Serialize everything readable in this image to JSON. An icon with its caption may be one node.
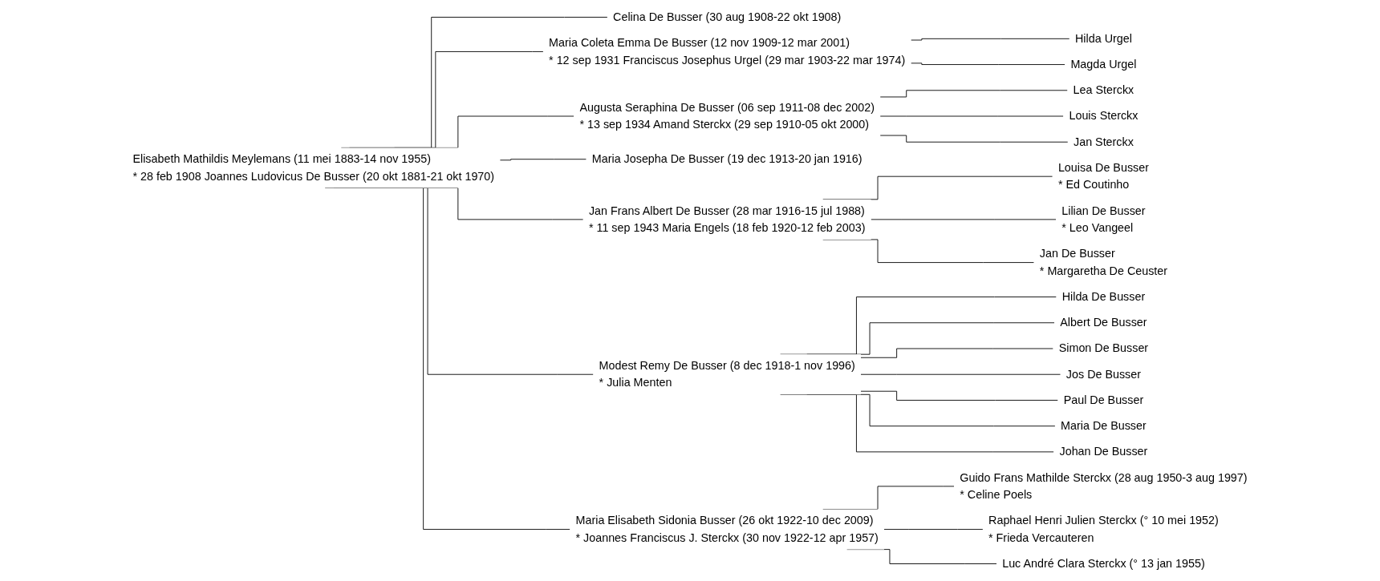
{
  "diagram": {
    "nodes": [
      {
        "text": [
          "Elisabeth Mathildis Meylemans (11 mei 1883-14 nov 1955)",
          "* 28 feb 1908 Joannes Ludovicus De Busser (20 okt 1881-21 okt 1970)"
        ]
      },
      {
        "text": [
          "Celina De Busser (30 aug 1908-22 okt 1908)"
        ]
      },
      {
        "text": [
          "Maria Coleta Emma De Busser (12 nov 1909-12 mar 2001)",
          "* 12 sep 1931 Franciscus Josephus Urgel (29 mar 1903-22 mar 1974)"
        ]
      },
      {
        "text": [
          "Hilda Urgel"
        ]
      },
      {
        "text": [
          "Magda Urgel"
        ]
      },
      {
        "text": [
          "Augusta Seraphina De Busser (06 sep 1911-08 dec 2002)",
          "* 13 sep 1934 Amand Sterckx (29 sep 1910-05 okt 2000)"
        ]
      },
      {
        "text": [
          "Lea Sterckx"
        ]
      },
      {
        "text": [
          "Louis Sterckx"
        ]
      },
      {
        "text": [
          "Jan Sterckx"
        ]
      },
      {
        "text": [
          "Maria Josepha De Busser (19 dec 1913-20 jan 1916)"
        ]
      },
      {
        "text": [
          "Jan Frans Albert De Busser (28 mar 1916-15 jul 1988)",
          "* 11 sep 1943 Maria Engels (18 feb 1920-12 feb 2003)"
        ]
      },
      {
        "text": [
          "Louisa De Busser",
          "* Ed Coutinho"
        ]
      },
      {
        "text": [
          "Lilian De Busser",
          "* Leo Vangeel"
        ]
      },
      {
        "text": [
          "Jan De Busser",
          "* Margaretha De Ceuster"
        ]
      },
      {
        "text": [
          "Modest Remy De Busser (8 dec 1918-1 nov 1996)",
          "* Julia Menten"
        ]
      },
      {
        "text": [
          "Hilda De Busser"
        ]
      },
      {
        "text": [
          "Albert De Busser"
        ]
      },
      {
        "text": [
          "Simon De Busser"
        ]
      },
      {
        "text": [
          "Jos De Busser"
        ]
      },
      {
        "text": [
          "Paul De Busser"
        ]
      },
      {
        "text": [
          "Maria De Busser"
        ]
      },
      {
        "text": [
          "Johan De Busser"
        ]
      },
      {
        "text": [
          "Maria Elisabeth Sidonia Busser (26 okt 1922-10 dec 2009)",
          "* Joannes Franciscus J. Sterckx (30 nov 1922-12 apr 1957)"
        ]
      },
      {
        "text": [
          "Guido Frans Mathilde Sterckx (28 aug 1950-3 aug 1997)",
          "* Celine Poels"
        ]
      },
      {
        "text": [
          "Raphael Henri Julien Sterckx (° 10 mei 1952)",
          "* Frieda Vercauteren"
        ]
      },
      {
        "text": [
          "Luc André Clara Sterckx (° 13 jan 1955)"
        ]
      }
    ],
    "edges": [
      {
        "from": 0,
        "to": 1,
        "arrow": "none"
      },
      {
        "from": 0,
        "to": 2,
        "arrow": "none"
      },
      {
        "from": 2,
        "to": 3,
        "arrow": "none"
      },
      {
        "from": 2,
        "to": 4,
        "arrow": "none"
      },
      {
        "from": 0,
        "to": 5,
        "arrow": "none"
      },
      {
        "from": 5,
        "to": 6,
        "arrow": "none"
      },
      {
        "from": 5,
        "to": 7,
        "arrow": "none"
      },
      {
        "from": 5,
        "to": 8,
        "arrow": "none"
      },
      {
        "from": 0,
        "to": 9,
        "arrow": "none"
      },
      {
        "from": 0,
        "to": 10,
        "arrow": "none"
      },
      {
        "from": 10,
        "to": 11,
        "arrow": "none"
      },
      {
        "from": 10,
        "to": 12,
        "arrow": "none"
      },
      {
        "from": 10,
        "to": 13,
        "arrow": "none"
      },
      {
        "from": 0,
        "to": 14,
        "arrow": "none"
      },
      {
        "from": 14,
        "to": 15,
        "arrow": "none"
      },
      {
        "from": 14,
        "to": 16,
        "arrow": "none"
      },
      {
        "from": 14,
        "to": 17,
        "arrow": "none"
      },
      {
        "from": 14,
        "to": 18,
        "arrow": "none"
      },
      {
        "from": 14,
        "to": 19,
        "arrow": "none"
      },
      {
        "from": 14,
        "to": 20,
        "arrow": "none"
      },
      {
        "from": 14,
        "to": 21,
        "arrow": "none"
      },
      {
        "from": 0,
        "to": 22,
        "arrow": "none"
      },
      {
        "from": 22,
        "to": 23,
        "arrow": "none"
      },
      {
        "from": 22,
        "to": 24,
        "arrow": "none"
      },
      {
        "from": 22,
        "to": 25,
        "arrow": "none"
      }
    ]
  }
}
